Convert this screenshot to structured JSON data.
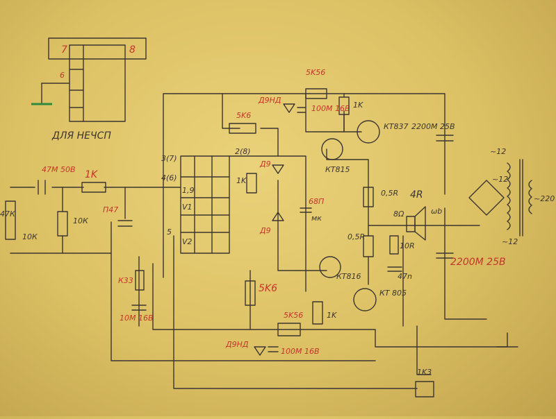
{
  "labels": {
    "chip_pin8": "8",
    "chip_pin7": "7",
    "chip_pin6": "6",
    "chip_caption": "ДЛЯ НЕЧСП",
    "r5k6_top": "5K56",
    "r5k6_mid": "5K6",
    "diode_top": "Д9НД",
    "cap100_top": "100М 16В",
    "r1k_top": "1K",
    "tr_kt837": "КТ837",
    "cap2200_top": "2200М 25В",
    "tr_kt815": "КТ815",
    "pin3": "3(7)",
    "pin2": "2(8)",
    "pin4": "4(6)",
    "pin1": "1,9",
    "pin5": "5",
    "pin_v1": "V1",
    "pin_v2": "V2",
    "d9": "Д9",
    "r1k_mid": "1K",
    "d9b": "Д9",
    "c68": "68П",
    "c68_unit": "мк",
    "cap47": "47М 50В",
    "r1k_in": "1K",
    "r10k": "10К",
    "pot47": "47К",
    "pot10k": "10К",
    "c47": "П47",
    "r05_top": "0,5R",
    "r05_bot": "0,5R",
    "speaker": "4R",
    "spk_r8": "8Ω",
    "spk_out": "ωb",
    "r10r": "10R",
    "c47n": "47n",
    "cap2200_mid": "2200М 25В",
    "tr_kt816": "КТ816",
    "tr_kt805": "КТ 805",
    "r5k6_low": "5K6",
    "r1k_low": "1K",
    "k33": "К33",
    "cap10m": "10М 16В",
    "r5k6_bot": "5K56",
    "diode_bot": "Д9НД",
    "cap100_bot": "100М 16В",
    "r1k_bottom": "1K3",
    "tr_12v": "~12",
    "tr_12v_b": "~12",
    "tr_220": "~220",
    "tr_12v_c": "~12"
  }
}
